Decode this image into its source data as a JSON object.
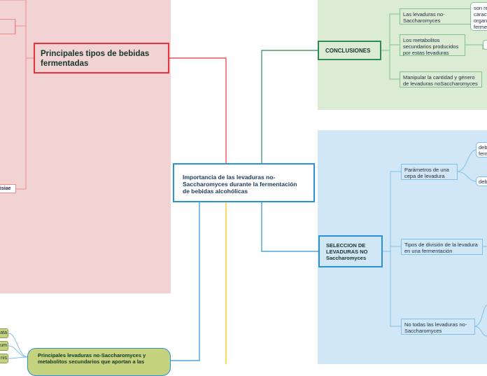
{
  "central": {
    "label": "Importancia de las levaduras no-Saccharomyces durante la fermentación de bebidas alcohólicas"
  },
  "left": {
    "main": "Principales tipos de bebidas fermentadas",
    "partial_item": "isiae",
    "green_main": "Principales levaduras no-Saccharomyces y metabolitos secundarios que aportan a las",
    "green_items": [
      "ata",
      "um",
      "nis"
    ]
  },
  "conclusiones": {
    "main": "CONCLUSIONES",
    "items": [
      "Las levaduras no-Saccharomyces",
      "Los metabolitos secundarios producidos por estas levaduras",
      "Manipular la cantidad y género de levaduras noSaccharomyces"
    ],
    "sub": "son re caract organ ferme"
  },
  "seleccion": {
    "main": "SELECCION DE LEVADURAS NO Saccharomyces",
    "items": [
      "Parámetros de una cepa de levadura",
      "Tipos de división de la levadura en una fermentación",
      "No todas las levaduras no-Saccharomyces"
    ],
    "sub1": "deb ferm",
    "sub2": "deb"
  },
  "colors": {
    "pink": "#f2d3d3",
    "green_region": "#dcecd4",
    "blue_region": "#d2e7f6",
    "red": "#e8323c",
    "dark_green": "#2e8b57",
    "blue": "#2a93d5",
    "olive": "#c5d27e",
    "yellow": "#f5c400"
  }
}
